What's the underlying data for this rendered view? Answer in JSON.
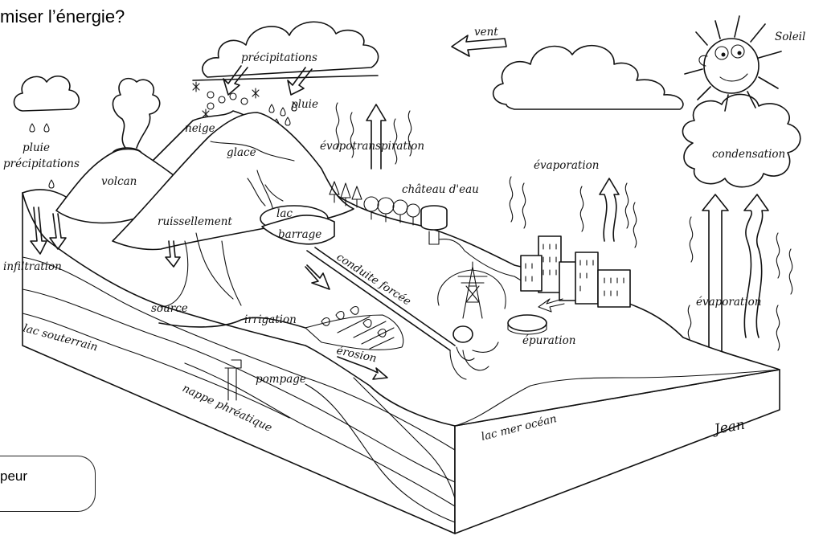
{
  "title_fragment": "miser l’énergie?",
  "answer_fragment": "peur",
  "signature": "Jean",
  "labels": {
    "vent": "vent",
    "soleil": "Soleil",
    "precipitations_top": "précipitations",
    "pluie": "pluie",
    "neige": "neige",
    "pluie_left": "pluie",
    "precipitations_left": "précipitations",
    "volcan": "volcan",
    "glace": "glace",
    "evapotranspiration": "évapotranspiration",
    "condensation": "condensation",
    "chateau_eau": "château d'eau",
    "evaporation_1": "évaporation",
    "evaporation_2": "évaporation",
    "ruissellement": "ruissellement",
    "lac": "lac",
    "barrage": "barrage",
    "infiltration": "infiltration",
    "conduite_forcee": "conduite forcée",
    "source": "source",
    "irrigation": "irrigation",
    "lac_souterrain": "lac souterrain",
    "epuration": "épuration",
    "erosion": "érosion",
    "pompage": "pompage",
    "nappe_phreatique": "nappe phréatique",
    "lac_mer_ocean": "lac mer océan"
  }
}
